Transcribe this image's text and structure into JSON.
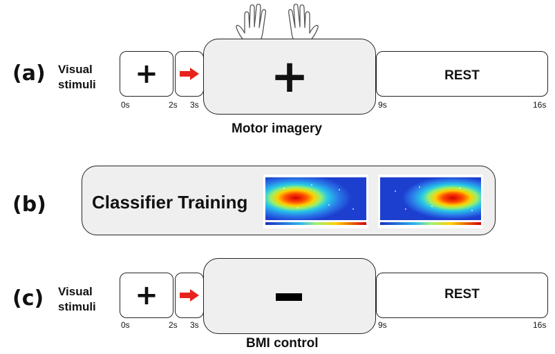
{
  "panels": {
    "a": {
      "label": "(a)",
      "stimulus_label_line1": "Visual",
      "stimulus_label_line2": "stimuli",
      "fixation_symbol": "+",
      "imagery_symbol": "+",
      "rest_text": "REST",
      "caption": "Motor imagery",
      "ticks": [
        "0s",
        "2s",
        "3s",
        "9s",
        "16s"
      ]
    },
    "b": {
      "label": "(b)",
      "title": "Classifier Training"
    },
    "c": {
      "label": "(c)",
      "stimulus_label_line1": "Visual",
      "stimulus_label_line2": "stimuli",
      "fixation_symbol": "+",
      "rest_text": "REST",
      "caption": "BMI control",
      "ticks": [
        "0s",
        "2s",
        "3s",
        "9s",
        "16s"
      ]
    }
  },
  "icons": {
    "arrow": "red-right-arrow",
    "hands": "two-open-hands-icon",
    "topomap_left": "topographic-map-left-hotspot",
    "topomap_right": "topographic-map-right-hotspot"
  },
  "colors": {
    "arrow": "#e8231c",
    "box_gray": "#efefef"
  }
}
